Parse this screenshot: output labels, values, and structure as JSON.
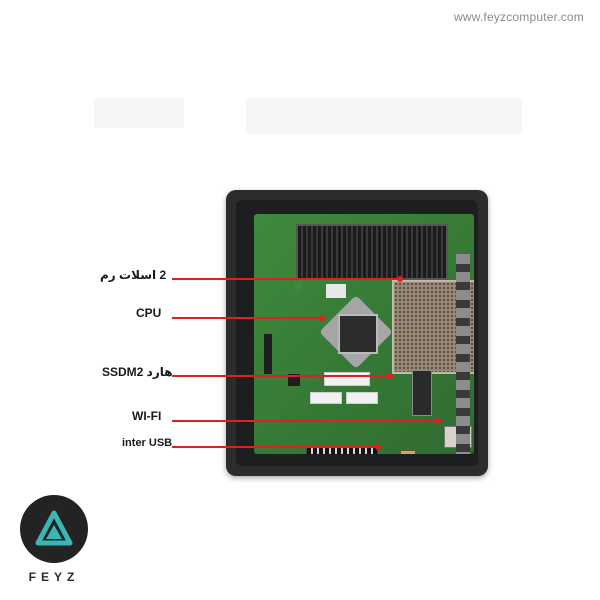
{
  "header": {
    "site_url": "www.feyzcomputer.com"
  },
  "callouts": [
    {
      "id": "ram",
      "label": "2 اسلات رم"
    },
    {
      "id": "cpu",
      "label": "CPU"
    },
    {
      "id": "ssd",
      "label": "هارد SSDM2"
    },
    {
      "id": "wifi",
      "label": "WI-FI"
    },
    {
      "id": "usb",
      "label": "inter USB"
    }
  ],
  "logo": {
    "text": "FEYZ",
    "icon": "feyz-triangle-logo-icon"
  },
  "colors": {
    "callout": "#e02020",
    "logo_bg": "#232323",
    "logo_accent": "#3ab7b5"
  }
}
